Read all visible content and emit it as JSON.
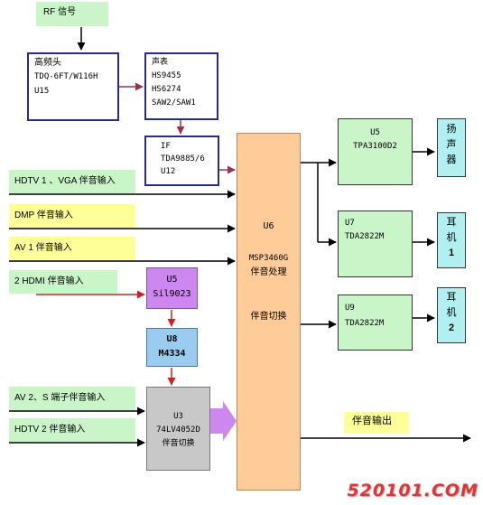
{
  "rf_signal": "RF 信号",
  "tuner": {
    "lines": [
      "高频头",
      "TDQ-6FT/W116H",
      "U15"
    ]
  },
  "sound_filter": {
    "lines": [
      "声表",
      "HS9455",
      "HS6274",
      "SAW2/SAW1"
    ]
  },
  "if_block": {
    "lines": [
      "IF",
      "TDA9885/6",
      "U12"
    ]
  },
  "inputs": {
    "hdtv1_vga": "HDTV 1 、VGA 伴音输入",
    "dmp": "DMP 伴音输入",
    "av1": "AV 1 伴音输入",
    "hdmi2": "2 HDMI 伴音输入",
    "av2_s": "AV 2、S 端子伴音输入",
    "hdtv2": "HDTV 2 伴音输入"
  },
  "sil9023": {
    "lines": [
      "U5",
      "Sil9023"
    ]
  },
  "m4334": {
    "lines": [
      "U8",
      "M4334"
    ]
  },
  "mux": {
    "lines": [
      "U3",
      "74LV4052D",
      "伴音切换"
    ]
  },
  "processor": {
    "lines": [
      "U6",
      "MSP3460G",
      "伴音处理",
      "伴音切换"
    ]
  },
  "amp_speaker": {
    "lines": [
      "U5",
      "TPA3100D2"
    ]
  },
  "amp_hp1": {
    "lines": [
      "U7",
      "TDA2822M"
    ]
  },
  "amp_hp2": {
    "lines": [
      "U9",
      "TDA2822M"
    ]
  },
  "speaker": [
    "扬",
    "声",
    "器"
  ],
  "headphone1": [
    "耳",
    "机",
    "1"
  ],
  "headphone2": [
    "耳",
    "机",
    "2"
  ],
  "audio_out": "伴音输出",
  "watermark": "520101.COM",
  "colors": {
    "green": "#c9f5c9",
    "yellow": "#ffff99",
    "purple": "#cc88ee",
    "blue": "#99ccee",
    "gray": "#c8c8c8",
    "orange": "#ffcc99",
    "cyan": "#b0f0f0",
    "dark_red": "#993355",
    "red": "#cc2222",
    "navy": "#2a2a88"
  }
}
